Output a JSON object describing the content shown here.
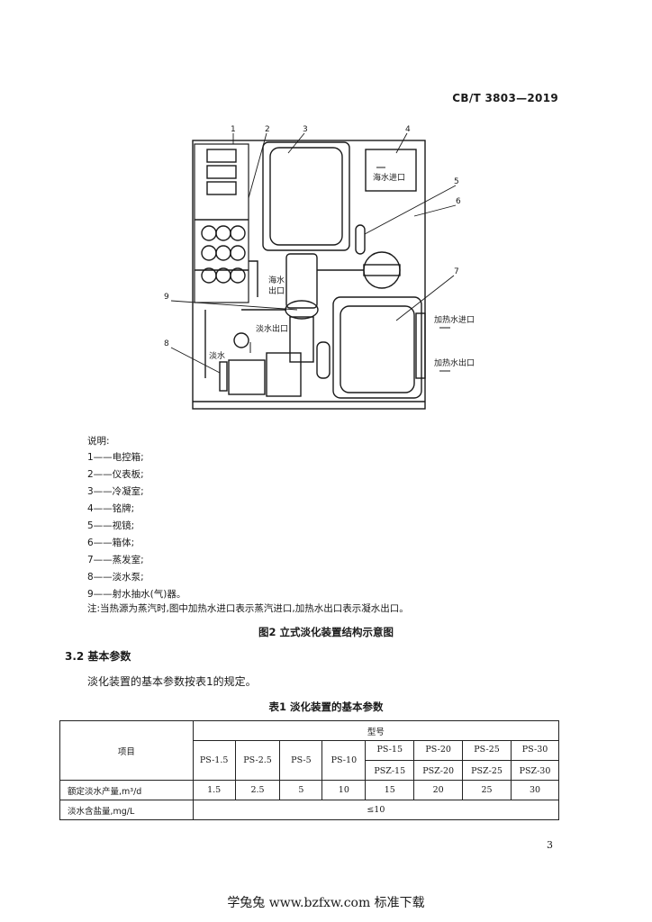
{
  "header": {
    "standard_number": "CB/T 3803—2019"
  },
  "figure": {
    "callout_numbers": [
      "1",
      "2",
      "3",
      "4",
      "5",
      "6",
      "7",
      "8",
      "9"
    ],
    "labels": {
      "seawater_inlet": "海水进口",
      "seawater_outlet": "海水出口",
      "freshwater_outlet": "淡水出口",
      "heating_inlet": "加热水进口",
      "heating_outlet": "加热水出口",
      "freshwater": "淡水"
    },
    "legend_title": "说明:",
    "legend_items": [
      "1——电控箱;",
      "2——仪表板;",
      "3——冷凝室;",
      "4——铭牌;",
      "5——视镜;",
      "6——箱体;",
      "7——蒸发室;",
      "8——淡水泵;",
      "9——射水抽水(气)器。"
    ],
    "note": "注:当热源为蒸汽时,图中加热水进口表示蒸汽进口,加热水出口表示凝水出口。",
    "caption": "图2   立式淡化装置结构示意图"
  },
  "section": {
    "heading": "3.2   基本参数",
    "paragraph": "淡化装置的基本参数按表1的规定。"
  },
  "table": {
    "caption": "表1   淡化装置的基本参数",
    "header_item": "项目",
    "header_model": "型号",
    "models": [
      [
        "PS-1.5"
      ],
      [
        "PS-2.5"
      ],
      [
        "PS-5"
      ],
      [
        "PS-10"
      ],
      [
        "PS-15",
        "PSZ-15"
      ],
      [
        "PS-20",
        "PSZ-20"
      ],
      [
        "PS-25",
        "PSZ-25"
      ],
      [
        "PS-30",
        "PSZ-30"
      ]
    ],
    "rows": [
      {
        "label": "额定淡水产量,m³/d",
        "values": [
          "1.5",
          "2.5",
          "5",
          "10",
          "15",
          "20",
          "25",
          "30"
        ]
      },
      {
        "label": "淡水含盐量,mg/L",
        "merged_value": "≤10"
      }
    ]
  },
  "page_number": "3",
  "footer": "学兔兔 www.bzfxw.com 标准下载"
}
